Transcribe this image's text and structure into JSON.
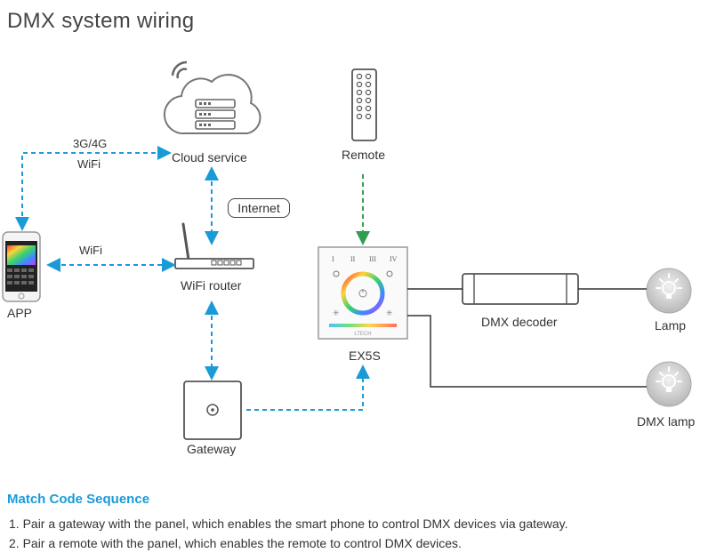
{
  "title": "DMX system wiring",
  "nodes": {
    "cloud": "Cloud service",
    "remote": "Remote",
    "app": "APP",
    "router": "WiFi router",
    "gateway": "Gateway",
    "panel": "EX5S",
    "decoder": "DMX decoder",
    "lamp": "Lamp",
    "dmx_lamp": "DMX lamp"
  },
  "links": {
    "app_cloud_top": "3G/4G",
    "app_cloud_bottom": "WiFi",
    "app_router": "WiFi",
    "internet": "Internet"
  },
  "panel_labels": {
    "zones": [
      "I",
      "II",
      "III",
      "IV"
    ],
    "brand": "LTECH"
  },
  "sequence": {
    "heading": "Match Code Sequence",
    "steps": [
      "1. Pair a gateway with the panel, which enables the smart phone to control DMX devices via gateway.",
      "2. Pair a remote  with the panel, which enables the remote to control DMX devices."
    ]
  },
  "colors": {
    "wifi_link": "#1a9bd7",
    "rf_link": "#2e9e4f",
    "accent_heading": "#1a9bd7",
    "wire": "#333333"
  }
}
